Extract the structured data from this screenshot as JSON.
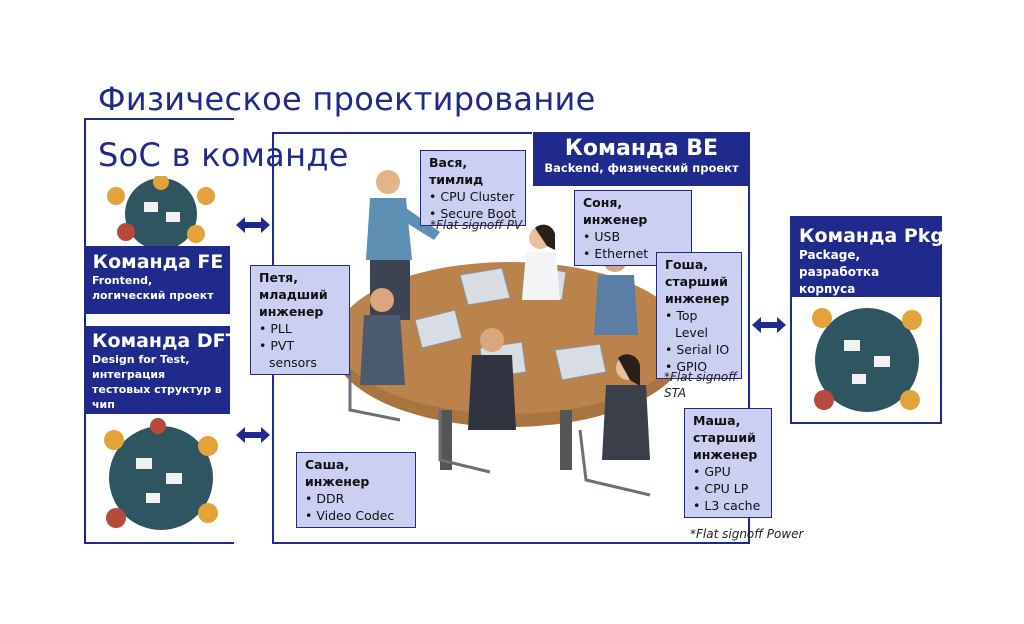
{
  "title": {
    "line1": "Физическое проектирование",
    "line2": "SoC в команде"
  },
  "team_be": {
    "name": "Команда BE",
    "subtitle": "Backend, физический проект"
  },
  "team_fe": {
    "name": "Команда FE",
    "subtitle": "Frontend, логический проект"
  },
  "team_dft": {
    "name": "Команда DFT",
    "subtitle": "Design for Test, интеграция тестовых структур в чип"
  },
  "team_pkg": {
    "name": "Команда Pkg",
    "subtitle": "Package, разработка корпуса"
  },
  "members": {
    "vasya": {
      "who": "Вася, тимлид",
      "items": [
        "CPU Cluster",
        "Secure Boot"
      ],
      "note": "*Flat signoff PV"
    },
    "sonya": {
      "who": "Соня, инженер",
      "items": [
        "USB",
        "Ethernet"
      ]
    },
    "gosha": {
      "who": "Гоша, старший инженер",
      "items": [
        "Top Level",
        "Serial IO",
        "GPIO"
      ],
      "note": "*Flat signoff STA"
    },
    "petya": {
      "who": "Петя, младший инженер",
      "items": [
        "PLL",
        "PVT sensors"
      ]
    },
    "sasha": {
      "who": "Саша, инженер",
      "items": [
        "DDR",
        "Video Codec"
      ]
    },
    "masha": {
      "who": "Маша, старший инженер",
      "items": [
        "GPU",
        "CPU LP",
        "L3 cache"
      ],
      "note": "*Flat signoff Power"
    }
  },
  "colors": {
    "brand": "#1f2a8c",
    "card_bg": "#cbd0f2",
    "table": "#b07a45",
    "team_circle": "#2f5660"
  },
  "icons": [
    "double-arrow-icon",
    "team-table-icon",
    "meeting-illustration"
  ]
}
